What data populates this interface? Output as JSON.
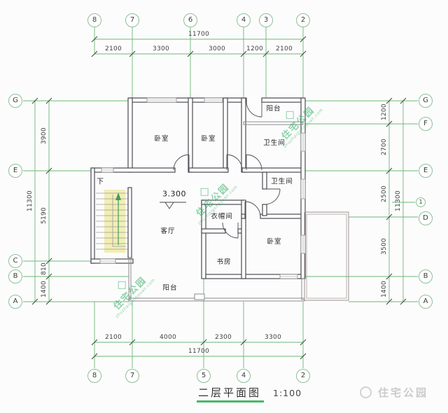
{
  "drawing": {
    "caption": "二层平面图",
    "scale": "1:100",
    "level_label": "3.300",
    "stair_direction": "下"
  },
  "brand": {
    "logo_text": "住宅公园",
    "watermark_text": "住宅公园",
    "watermark_sub": "zhuzhaigongyuan.com"
  },
  "grid": {
    "top": [
      "8",
      "7",
      "6",
      "4",
      "3",
      "2"
    ],
    "bottom": [
      "8",
      "7",
      "5",
      "4",
      "2"
    ],
    "left": [
      "G",
      "E",
      "C",
      "B",
      "A"
    ],
    "right": [
      "G",
      "F",
      "E",
      "1",
      "D",
      "B",
      "A"
    ]
  },
  "dims": {
    "top_total": "11700",
    "top": [
      "2100",
      "3300",
      "3000",
      "1200",
      "2100"
    ],
    "bottom": [
      "2100",
      "4000",
      "2300",
      "3300"
    ],
    "bottom_total": "11700",
    "left": [
      "3900",
      "5190",
      "810",
      "1400"
    ],
    "left_total": "11300",
    "right": [
      "1200",
      "2700",
      "2500",
      "3500",
      "1400"
    ],
    "right_total": "11300"
  },
  "rooms": [
    {
      "id": "bedroom-1",
      "label": "卧室"
    },
    {
      "id": "bedroom-2",
      "label": "卧室"
    },
    {
      "id": "balcony-top",
      "label": "阳台"
    },
    {
      "id": "bathroom-1",
      "label": "卫生间"
    },
    {
      "id": "bathroom-2",
      "label": "卫生间"
    },
    {
      "id": "cloakroom",
      "label": "衣帽间"
    },
    {
      "id": "living-room",
      "label": "客厅"
    },
    {
      "id": "bedroom-3",
      "label": "卧室"
    },
    {
      "id": "study",
      "label": "书房"
    },
    {
      "id": "balcony-bottom",
      "label": "阳台"
    }
  ]
}
